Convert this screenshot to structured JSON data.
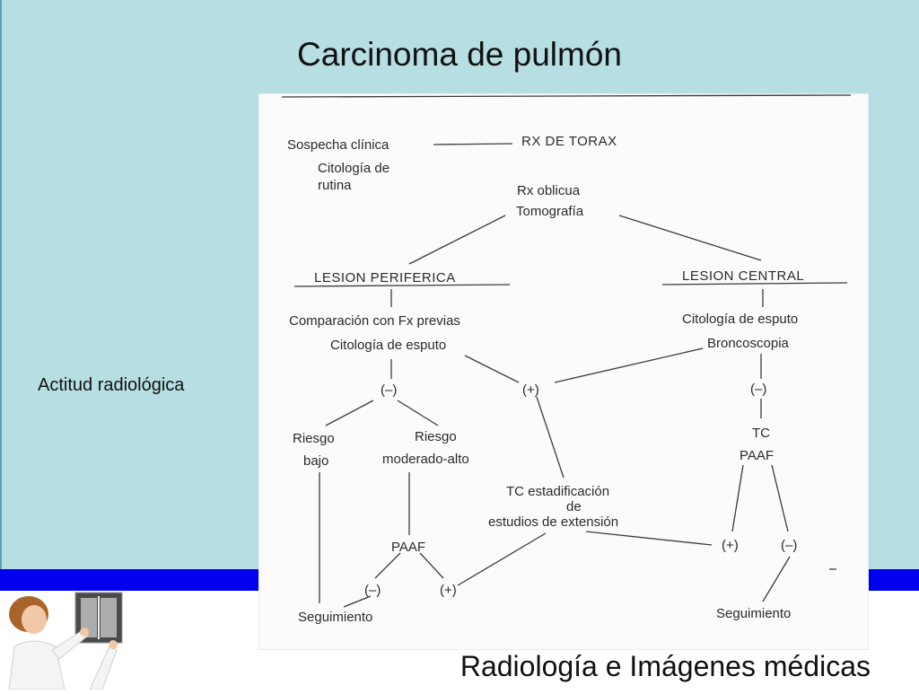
{
  "slide": {
    "title": "Carcinoma de pulmón",
    "side_label": "Actitud radiológica",
    "footer": "Radiología e Imágenes médicas"
  },
  "flowchart": {
    "nodes": {
      "sospecha": "Sospecha clínica",
      "rx_torax": "RX DE TORAX",
      "citologia_rutina_1": "Citología de",
      "citologia_rutina_2": "rutina",
      "rx_oblicua": "Rx oblicua",
      "tomografia": "Tomografía",
      "lesion_periferica": "LESION PERIFERICA",
      "lesion_central": "LESION CENTRAL",
      "comparacion": "Comparación con Fx previas",
      "citologia_esputo_p": "Citología de esputo",
      "citologia_esputo_c": "Citología de esputo",
      "broncoscopia": "Broncoscopia",
      "neg_p": "(–)",
      "pos_mid": "(+)",
      "neg_c": "(–)",
      "riesgo_bajo_1": "Riesgo",
      "riesgo_bajo_2": "bajo",
      "riesgo_alto_1": "Riesgo",
      "riesgo_alto_2": "moderado-alto",
      "tc": "TC",
      "paaf_c": "PAAF",
      "tc_estad_1": "TC estadificación",
      "tc_estad_2": "de",
      "tc_estad_3": "estudios de extensión",
      "paaf_p": "PAAF",
      "neg_paaf": "(–)",
      "pos_paaf": "(+)",
      "pos_c": "(+)",
      "neg_c2": "(–)",
      "seguimiento_p": "Seguimiento",
      "seguimiento_c": "Seguimiento"
    }
  }
}
